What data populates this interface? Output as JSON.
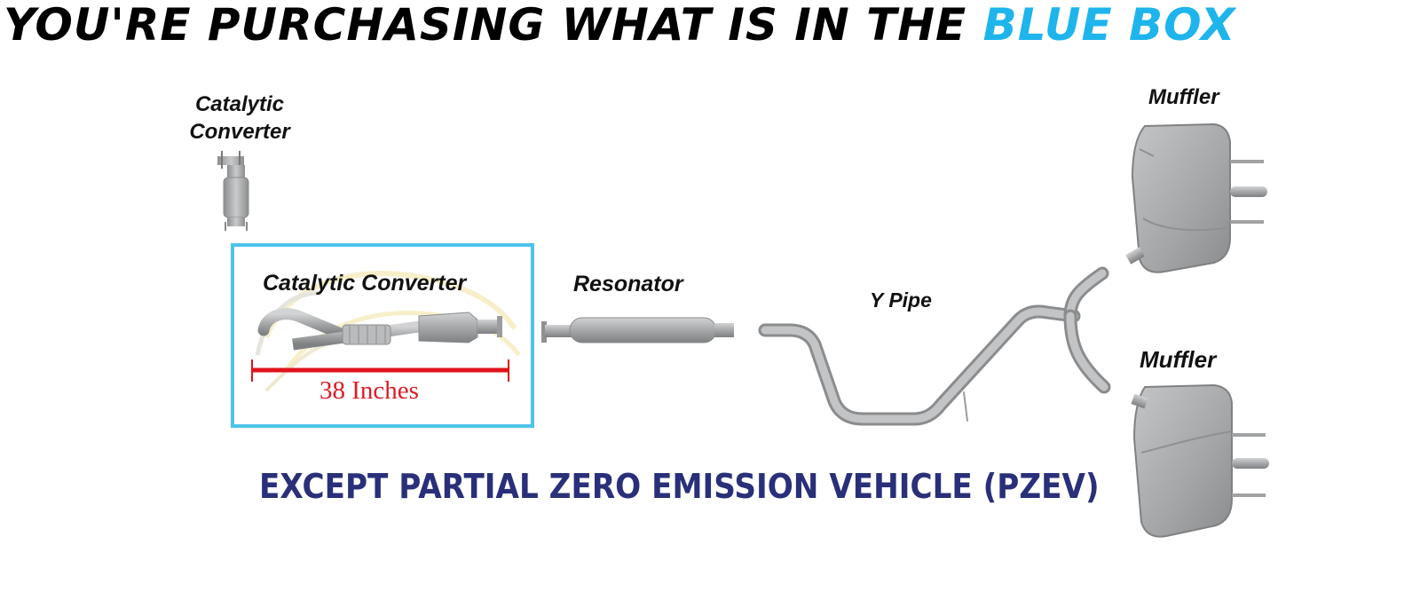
{
  "headline": {
    "prefix": "YOU'RE PURCHASING WHAT IS IN THE",
    "highlight": "BLUE BOX"
  },
  "parts": {
    "catalytic_converter_upstream": {
      "label_line1": "Catalytic",
      "label_line2": "Converter"
    },
    "catalytic_converter_selected": {
      "label": "Catalytic Converter",
      "measurement": "38 Inches"
    },
    "resonator": {
      "label": "Resonator"
    },
    "y_pipe": {
      "label": "Y Pipe"
    },
    "muffler_upper": {
      "label": "Muffler"
    },
    "muffler_lower": {
      "label": "Muffler"
    }
  },
  "footnote": "EXCEPT PARTIAL ZERO EMISSION VEHICLE (PZEV)",
  "colors": {
    "headline_text": "#000000",
    "highlight": "#1eb4ec",
    "selection_box": "#4ec3ea",
    "measurement": "#d91c24",
    "footnote": "#2a2f7a",
    "part_metal": "#a7a9ab"
  }
}
